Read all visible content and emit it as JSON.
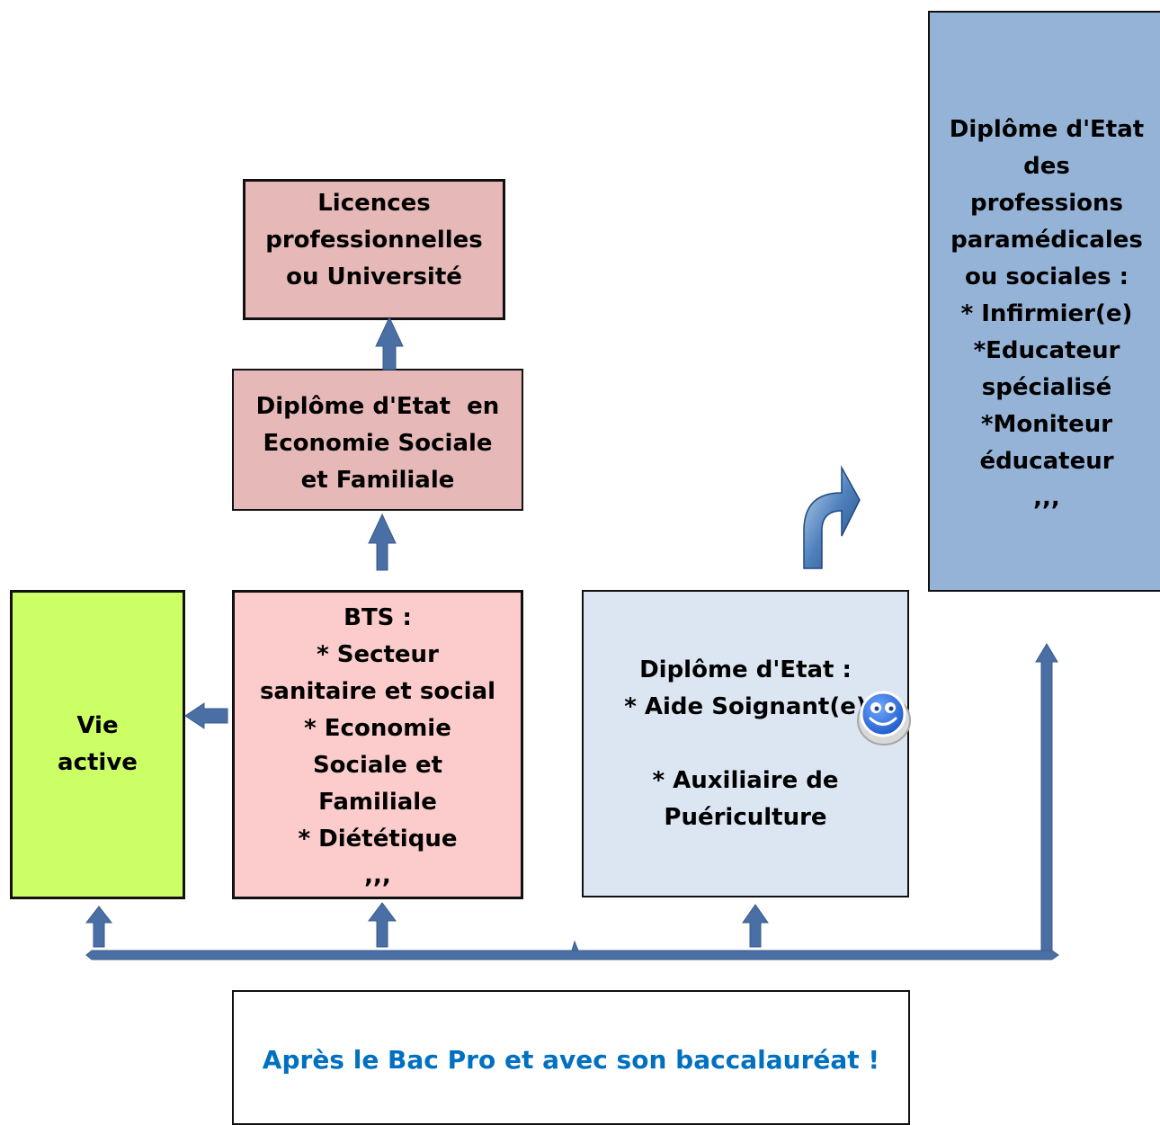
{
  "boxes": {
    "licences": {
      "lines": [
        "Licences",
        "professionnelles",
        "ou Université"
      ],
      "color": "#e6b8b7"
    },
    "desf": {
      "lines": [
        "Diplôme d'Etat  en",
        "Economie Sociale",
        "et Familiale"
      ],
      "color": "#e6b8b7"
    },
    "bts": {
      "lines": [
        "BTS :",
        "* Secteur",
        "sanitaire et social",
        "* Economie",
        "Sociale et",
        "Familiale",
        "* Diététique",
        ",,,"
      ],
      "color": "#fccbcb"
    },
    "vie_active": {
      "lines": [
        "Vie",
        "active"
      ],
      "color": "#ccff66"
    },
    "de_aide": {
      "lines": [
        "Diplôme d'Etat :",
        "* Aide Soignant(e)",
        "",
        "* Auxiliaire de",
        "Puériculture"
      ],
      "color": "#dce6f2"
    },
    "de_paramedical": {
      "lines": [
        "Diplôme d'Etat",
        "des",
        "professions",
        "paramédicales",
        "ou sociales :",
        "* Infirmier(e)",
        "*Educateur",
        "spécialisé",
        "*Moniteur",
        "éducateur",
        ",,,"
      ],
      "color": "#95b3d7"
    },
    "bottom": {
      "lines": [
        "Après le Bac Pro et avec son baccalauréat !"
      ],
      "color": "#ffffff",
      "text_color": "#0070c0"
    }
  },
  "arrows": {
    "color": "#4a6fa5",
    "icon": "smiley-face-icon",
    "curved_arrow_icon": "curved-arrow-icon"
  }
}
